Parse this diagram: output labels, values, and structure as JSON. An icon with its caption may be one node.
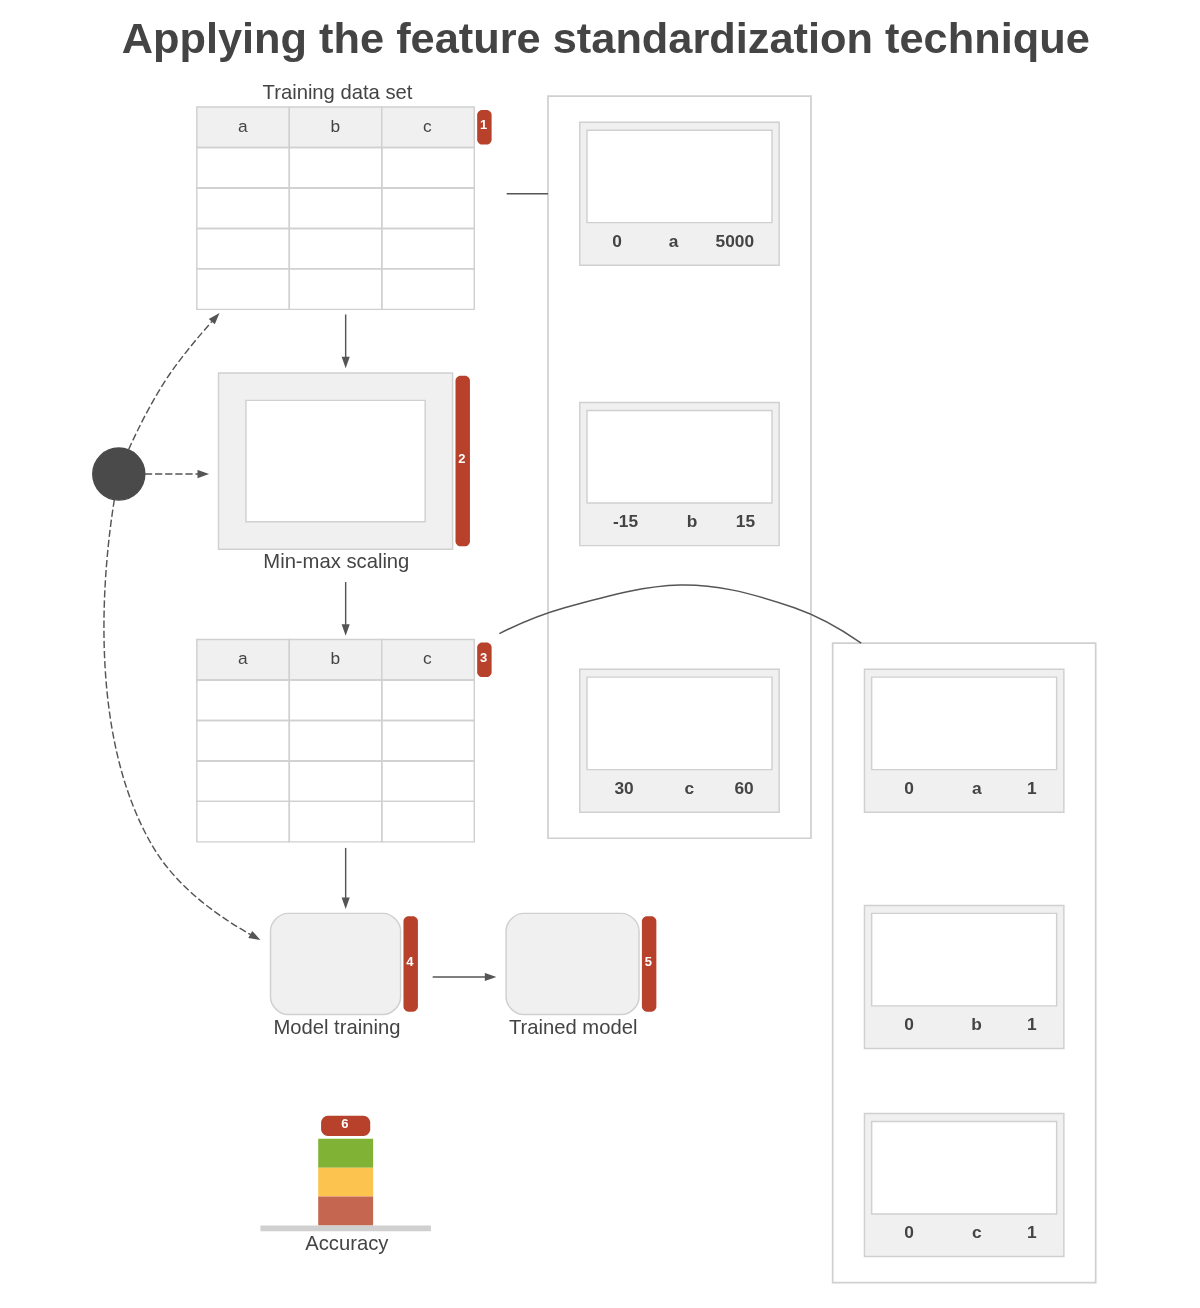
{
  "diagram": {
    "title": "Applying the feature standardization technique",
    "nodes": [
      {
        "text": [],
        "shape": "person"
      },
      {
        "text": [
          "Training data set",
          "a",
          "b",
          "c",
          "1"
        ]
      },
      {
        "text": [
          "2",
          "Min-max scaling"
        ]
      },
      {
        "text": [
          "a",
          "b",
          "c",
          "3"
        ]
      },
      {
        "text": [
          "4",
          "Model training"
        ]
      },
      {
        "text": [
          "5",
          "Trained model"
        ]
      },
      {
        "text": [
          "6",
          "Accuracy"
        ]
      },
      {
        "text": [],
        "shape": "box"
      },
      {
        "text": [
          "0",
          "a",
          "5000"
        ],
        "in": 7
      },
      {
        "text": [
          "-15",
          "b",
          "15"
        ],
        "in": 7
      },
      {
        "text": [
          "30",
          "c",
          "60"
        ],
        "in": 7
      },
      {
        "text": [],
        "shape": "box"
      },
      {
        "text": [
          "0",
          "a",
          "1"
        ],
        "in": 11
      },
      {
        "text": [
          "0",
          "b",
          "1"
        ],
        "in": 11
      },
      {
        "text": [
          "0",
          "c",
          "1"
        ],
        "in": 11
      }
    ],
    "edges": [
      {
        "from": 0,
        "to": 1,
        "arrow": "to",
        "style": "dashed"
      },
      {
        "from": 0,
        "to": 2,
        "arrow": "to",
        "style": "dashed"
      },
      {
        "from": 0,
        "to": 4,
        "arrow": "to",
        "style": "dashed"
      },
      {
        "from": 1,
        "to": 2,
        "arrow": "to"
      },
      {
        "from": 2,
        "to": 3,
        "arrow": "to"
      },
      {
        "from": 3,
        "to": 4,
        "arrow": "to"
      },
      {
        "from": 4,
        "to": 5,
        "arrow": "to"
      },
      {
        "from": 1,
        "to": 7,
        "arrow": "none"
      },
      {
        "from": 3,
        "to": 11,
        "arrow": "none"
      }
    ]
  }
}
